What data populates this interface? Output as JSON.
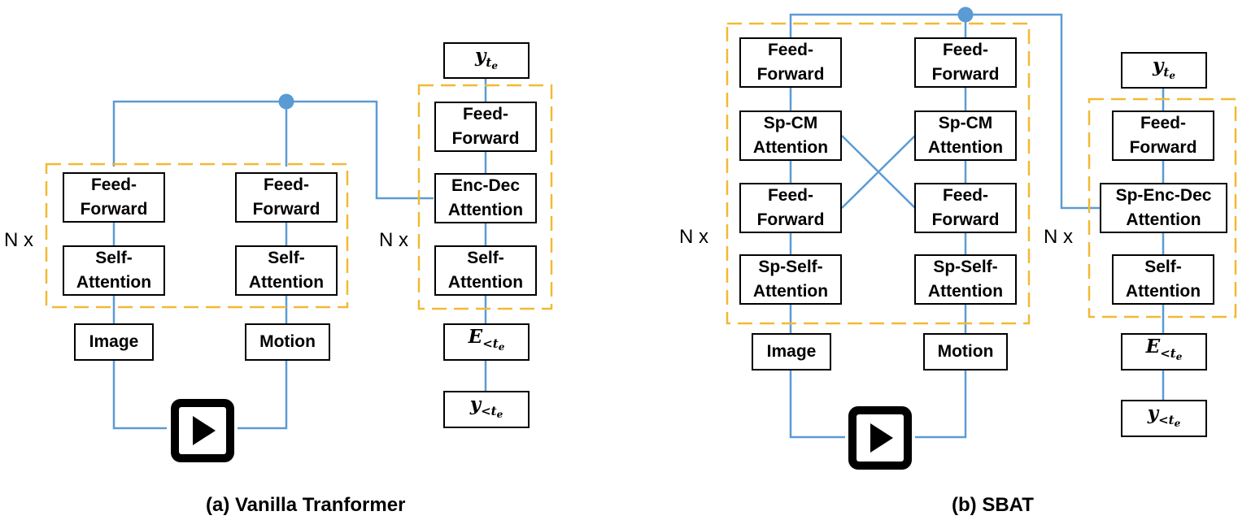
{
  "panel_a": {
    "caption": "(a) Vanilla Tranformer",
    "encoder_repeat": "N x",
    "decoder_repeat": "N x",
    "left_stream": {
      "feed_forward": [
        "Feed-",
        "Forward"
      ],
      "self_attention": [
        "Self-",
        "Attention"
      ],
      "input": "Image"
    },
    "right_stream": {
      "feed_forward": [
        "Feed-",
        "Forward"
      ],
      "self_attention": [
        "Self-",
        "Attention"
      ],
      "input": "Motion"
    },
    "decoder": {
      "output": {
        "base": "y",
        "sub": "t",
        "subsub": "e"
      },
      "feed_forward": [
        "Feed-",
        "Forward"
      ],
      "enc_dec_attention": [
        "Enc-Dec",
        "Attention"
      ],
      "self_attention": [
        "Self-",
        "Attention"
      ],
      "embedding": {
        "base": "E",
        "sub": "<t",
        "subsub": "e"
      },
      "input": {
        "base": "y",
        "sub": "<t",
        "subsub": "e"
      }
    }
  },
  "panel_b": {
    "caption": "(b) SBAT",
    "encoder_repeat": "N x",
    "decoder_repeat": "N x",
    "left_stream": {
      "feed_forward_top": [
        "Feed-",
        "Forward"
      ],
      "cm_attention": [
        "Sp-CM",
        "Attention"
      ],
      "feed_forward_mid": [
        "Feed-",
        "Forward"
      ],
      "self_attention": [
        "Sp-Self-",
        "Attention"
      ],
      "input": "Image"
    },
    "right_stream": {
      "feed_forward_top": [
        "Feed-",
        "Forward"
      ],
      "cm_attention": [
        "Sp-CM",
        "Attention"
      ],
      "feed_forward_mid": [
        "Feed-",
        "Forward"
      ],
      "self_attention": [
        "Sp-Self-",
        "Attention"
      ],
      "input": "Motion"
    },
    "decoder": {
      "output": {
        "base": "y",
        "sub": "t",
        "subsub": "e"
      },
      "feed_forward": [
        "Feed-",
        "Forward"
      ],
      "enc_dec_attention": [
        "Sp-Enc-Dec",
        "Attention"
      ],
      "self_attention": [
        "Self-",
        "Attention"
      ],
      "embedding": {
        "base": "E",
        "sub": "<t",
        "subsub": "e"
      },
      "input": {
        "base": "y",
        "sub": "<t",
        "subsub": "e"
      }
    }
  },
  "colors": {
    "connector": "#5B9BD5",
    "repeat_frame": "#F2B933",
    "box_border": "#000000"
  }
}
